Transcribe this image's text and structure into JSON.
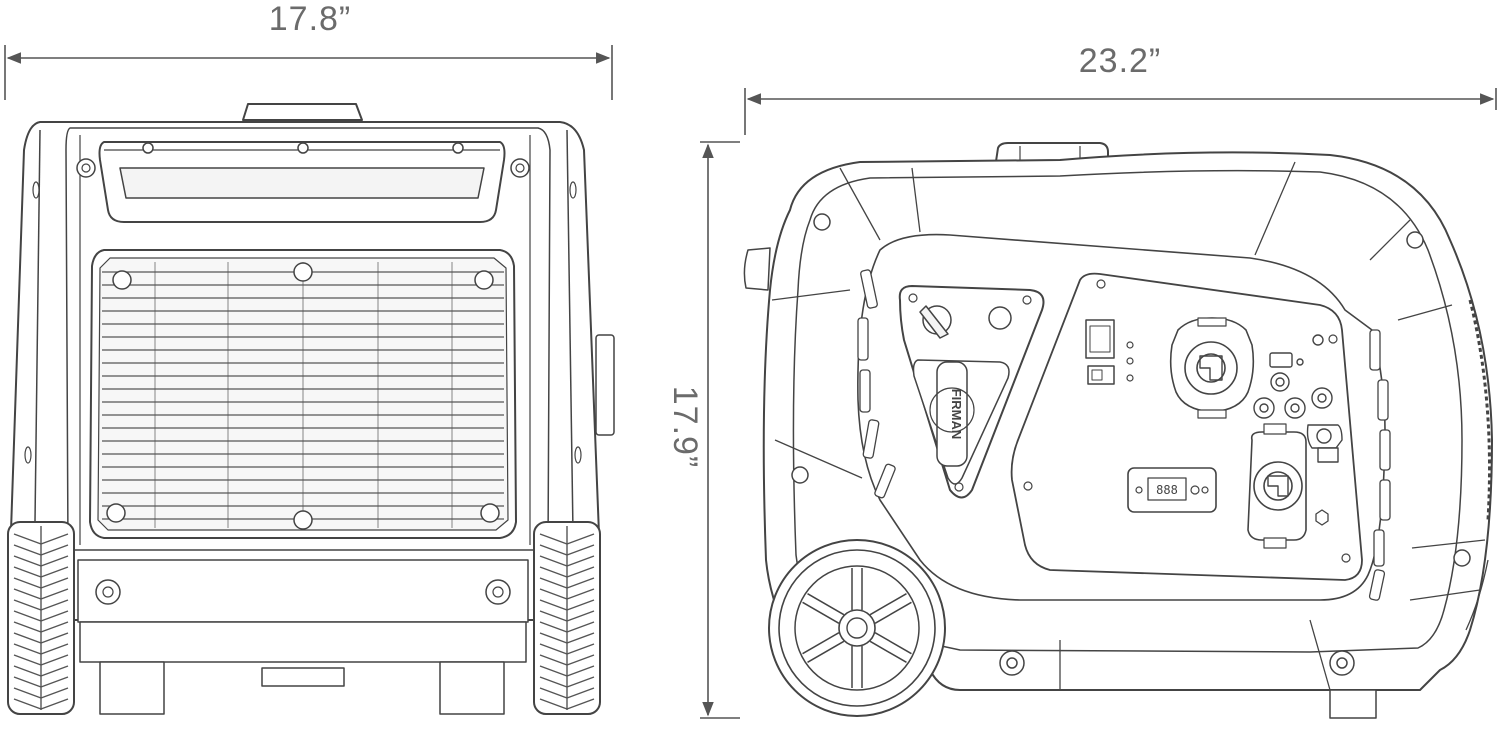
{
  "dimensions": {
    "front_width": "17.8”",
    "side_length": "23.2”",
    "height": "17.9”"
  },
  "panel": {
    "brand": "FIRMAN",
    "display_digits": "888"
  },
  "colors": {
    "line": "#444444",
    "dimension_line": "#555555",
    "label": "#6b6b6b",
    "fill": "#f4f4f4"
  }
}
